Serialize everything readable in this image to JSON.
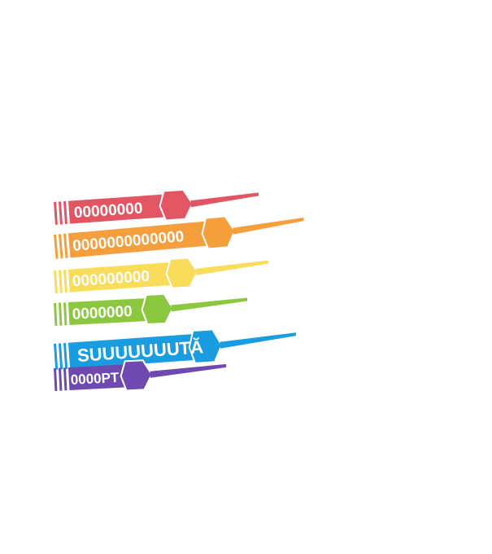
{
  "darts": [
    {
      "label": "00000000",
      "color": "#e25663"
    },
    {
      "label": "0000000000000",
      "color": "#f59e3c"
    },
    {
      "label": "000000000",
      "color": "#f8dc5a"
    },
    {
      "label": "0000000",
      "color": "#8cc83f"
    },
    {
      "label": "SUUUUUUUTĂ",
      "color": "#1a9ce0"
    },
    {
      "label": "0000PT",
      "color": "#6e4ab0"
    }
  ]
}
